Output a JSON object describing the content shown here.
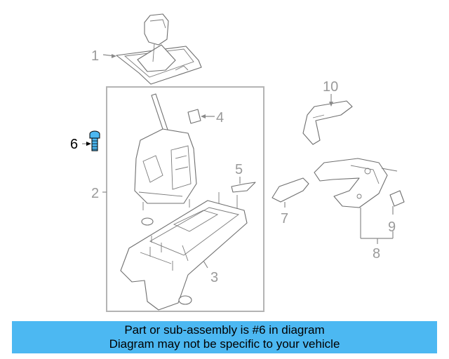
{
  "callouts": {
    "c1": "1",
    "c2": "2",
    "c3": "3",
    "c4": "4",
    "c5": "5",
    "c6": "6",
    "c7": "7",
    "c8": "8",
    "c9": "9",
    "c10": "10"
  },
  "highlight_color": "#4cb8f2",
  "banner": {
    "line1": "Part or sub-assembly is #6 in diagram",
    "line2": "Diagram may not be specific to your vehicle"
  }
}
